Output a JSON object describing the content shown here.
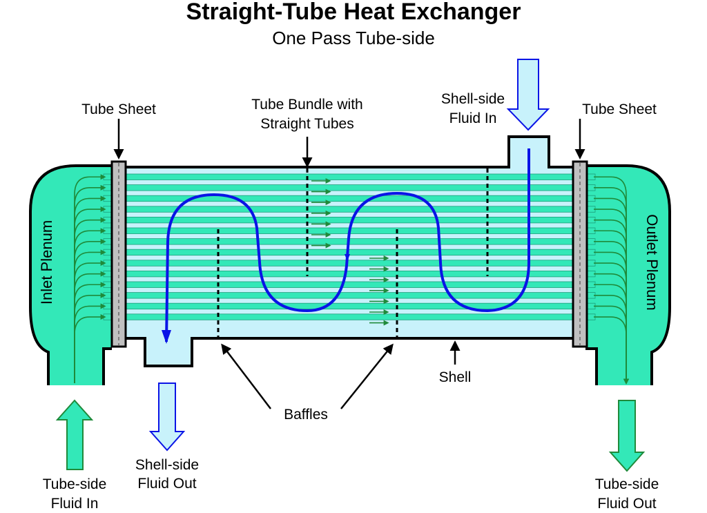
{
  "title": "Straight-Tube Heat Exchanger",
  "subtitle": "One Pass Tube-side",
  "labels": {
    "tube_sheet_left": "Tube Sheet",
    "tube_sheet_right": "Tube Sheet",
    "tube_bundle_line1": "Tube Bundle with",
    "tube_bundle_line2": "Straight Tubes",
    "shell_in_line1": "Shell-side",
    "shell_in_line2": "Fluid In",
    "inlet_plenum": "Inlet Plenum",
    "outlet_plenum": "Outlet Plenum",
    "shell": "Shell",
    "baffles": "Baffles",
    "shell_out_line1": "Shell-side",
    "shell_out_line2": "Fluid Out",
    "tube_in_line1": "Tube-side",
    "tube_in_line2": "Fluid In",
    "tube_out_line1": "Tube-side",
    "tube_out_line2": "Fluid Out"
  },
  "colors": {
    "tube_fluid": "#33e8b8",
    "shell_fluid": "#c8f2fb",
    "flow_path": "#0a14e6",
    "flow_arrow": "#1f8a3a",
    "tube_sheet": "#c0c0c0",
    "outline": "#000000"
  },
  "tube_count": 14
}
